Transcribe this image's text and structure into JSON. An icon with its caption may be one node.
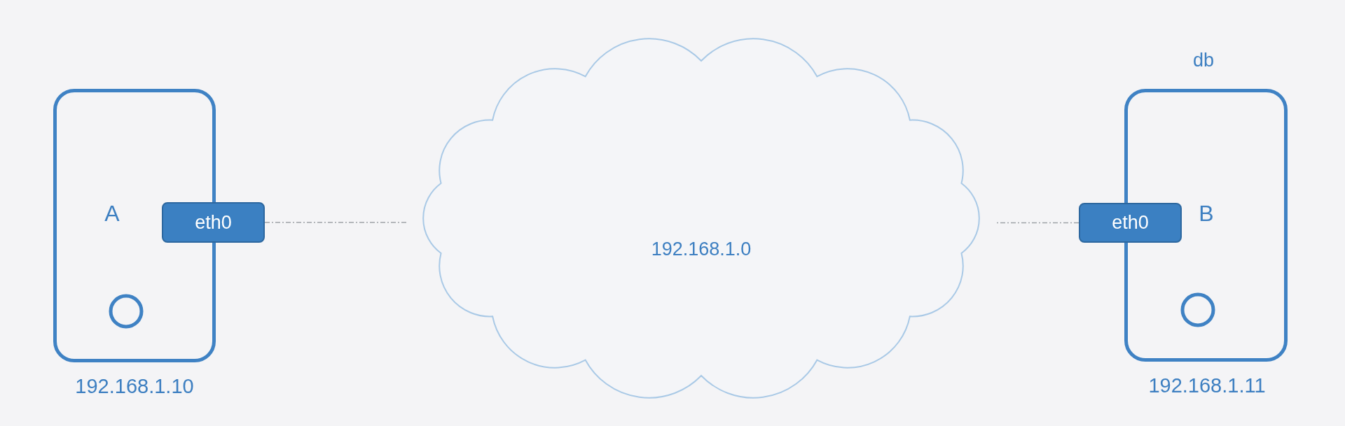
{
  "diagram": {
    "nodes": [
      {
        "text": [
          "A"
        ],
        "beside": [
          "192.168.1.10"
        ]
      },
      {
        "text": [
          "eth0"
        ]
      },
      {
        "text": [
          "192.168.1.0"
        ]
      },
      {
        "text": [
          "db",
          "B"
        ],
        "beside": [
          "192.168.1.11"
        ]
      },
      {
        "text": [
          "eth0"
        ]
      }
    ],
    "edges": [
      {
        "from": 1,
        "to": 2,
        "arrow": "none",
        "style": "dashed"
      },
      {
        "from": 4,
        "to": 2,
        "arrow": "none",
        "style": "dashed"
      }
    ]
  }
}
